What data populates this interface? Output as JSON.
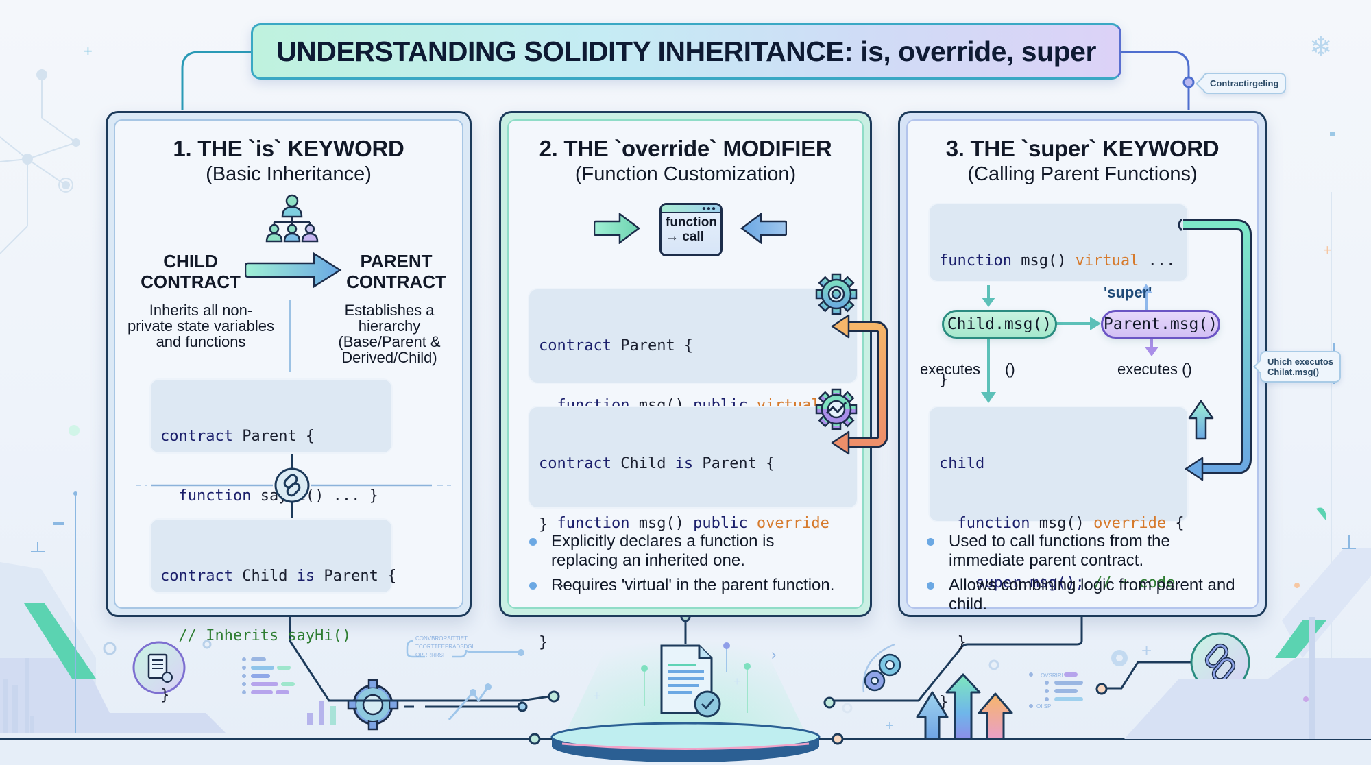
{
  "title": "UNDERSTANDING SOLIDITY INHERITANCE: is, override, super",
  "callouts": {
    "top_right": "Contractirgeling",
    "side_right": [
      "Uhich executos",
      "Chilat.msg()"
    ]
  },
  "panels": [
    {
      "heading": "1. THE `is` KEYWORD",
      "subheading": "(Basic Inheritance)",
      "child_label": [
        "CHILD",
        "CONTRACT"
      ],
      "parent_label": [
        "PARENT",
        "CONTRACT"
      ],
      "child_desc": [
        "Inherits all non-",
        "private state variables",
        "and functions"
      ],
      "parent_desc": [
        "Establishes a",
        "hierarchy",
        "(Base/Parent &",
        "Derived/Child)"
      ],
      "code_parent": {
        "line1_kw": "contract",
        "line1_rest": " Parent {",
        "line2_kw": "  function",
        "line2_rest": " sayHi() ... }",
        "line3": "  ..."
      },
      "code_child": {
        "line1_kw": "contract",
        "line1_mid": " Child ",
        "line1_is": "is",
        "line1_rest": " Parent {",
        "line2_comment": "  // Inherits sayHi()",
        "line3": "}"
      },
      "icons": [
        "hierarchy-icon",
        "arrow-right-icon",
        "link-icon"
      ]
    },
    {
      "heading": "2. THE `override` MODIFIER",
      "subheading": "(Function Customization)",
      "function_box": [
        "function",
        "→ call"
      ],
      "code_parent": {
        "line1_kw": "contract",
        "line1_rest": " Parent {",
        "line2_kw": "  function",
        "line2_mid": " msg() ",
        "line2_kw2": "public",
        "line2_mod": " virtual",
        "line2_rest": " ...",
        "line3": "  ...",
        "line4": "}"
      },
      "code_child": {
        "line1_kw": "contract",
        "line1_mid": " Child ",
        "line1_is": "is",
        "line1_rest": " Parent {",
        "line2_kw": "  function",
        "line2_mid": " msg() ",
        "line2_kw2": "public",
        "line2_mod": " override",
        "line3": "  ...",
        "line4": "}"
      },
      "bullets": [
        [
          "Explicitly declares a function is",
          "replacing an inherited one."
        ],
        [
          "Requires 'virtual' in the parent function."
        ]
      ]
    },
    {
      "heading": "3. THE `super` KEYWORD",
      "subheading": "(Calling Parent Functions)",
      "code_parent": {
        "line1_kw": "function",
        "line1_mid": " msg() ",
        "line1_mod": "virtual",
        "line1_rest": " ...",
        "line2": "  ...",
        "line3": "}"
      },
      "flow": {
        "child_pill": "Child.msg()",
        "parent_pill": "Parent.msg()",
        "super_label": "'super'",
        "child_exec": "executes",
        "child_exec_parens": "()",
        "parent_exec": "executes ()"
      },
      "code_child": {
        "line1_kw": "child",
        "line2_kw": "  function",
        "line2_mid": " msg() ",
        "line2_mod": "override",
        "line2_rest": " {",
        "line3_code": "    super.msg(); ",
        "line3_comment": "// + code",
        "line4": "  }",
        "line5": "}"
      },
      "bullets": [
        [
          "Used to call functions from the",
          "immediate parent contract."
        ],
        [
          "Allows combining logic from parent and child."
        ]
      ]
    }
  ],
  "decor": {
    "tiny_text": [
      "CONVBRORSITTIET",
      "TCORTTEEPRADSDGI",
      "OPRRRRSI"
    ],
    "tiny_list": [
      "OVSRIRI",
      "OIISP"
    ]
  },
  "colors": {
    "accent_teal": "#5fd3b5",
    "accent_blue": "#6ba8e3",
    "accent_purple": "#a98ee8",
    "accent_orange": "#f0a060",
    "outline_navy": "#1c3a5a",
    "keyword_navy": "#1b1f6b",
    "modifier_orange": "#d67a2c",
    "comment_green": "#2e7d32"
  }
}
